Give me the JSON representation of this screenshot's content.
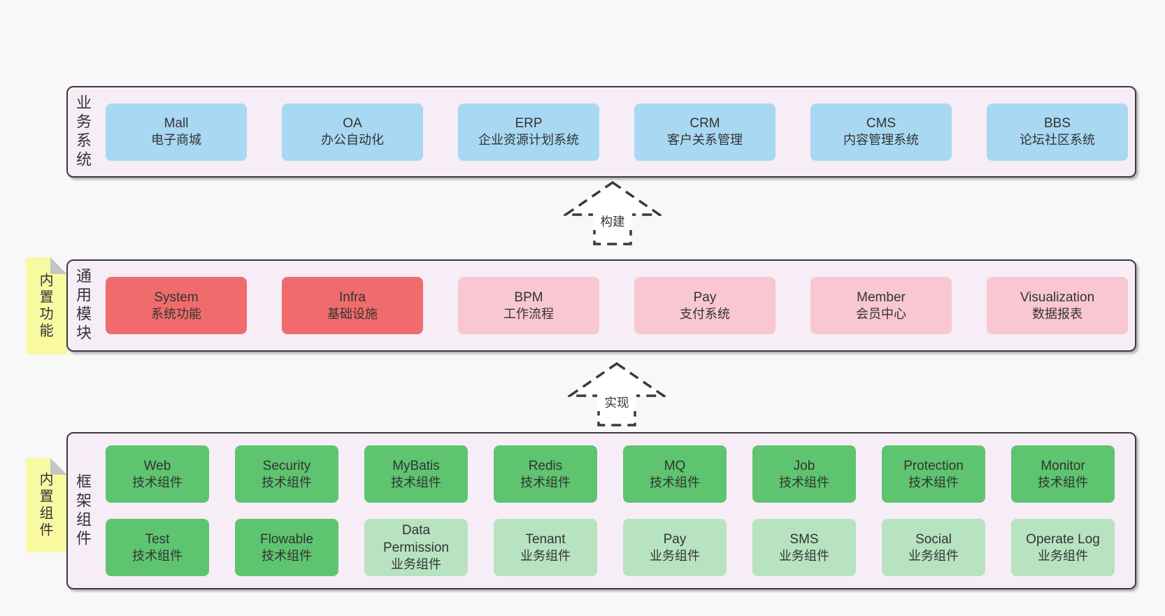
{
  "colors": {
    "page-bg": "#f8f8f8",
    "panel-bg": "#f7edf6",
    "panel-border": "#3b3b3b",
    "blue": "#a8d8f2",
    "red": "#f06c6c",
    "pink": "#f9c7d1",
    "green": "#5ec470",
    "green-light": "#b7e3c0",
    "sticky-yellow": "#f9f9a1",
    "sticky-fold": "#c5c5c5",
    "text": "#333333"
  },
  "layers": [
    {
      "label": "业务系统",
      "boxes": [
        {
          "title": "Mall",
          "subtitle": "电子商城",
          "variant": "blue"
        },
        {
          "title": "OA",
          "subtitle": "办公自动化",
          "variant": "blue"
        },
        {
          "title": "ERP",
          "subtitle": "企业资源计划系统",
          "variant": "blue"
        },
        {
          "title": "CRM",
          "subtitle": "客户关系管理",
          "variant": "blue"
        },
        {
          "title": "CMS",
          "subtitle": "内容管理系统",
          "variant": "blue"
        },
        {
          "title": "BBS",
          "subtitle": "论坛社区系统",
          "variant": "blue"
        }
      ]
    },
    {
      "label": "通用模块",
      "sticky": "内置功能",
      "boxes": [
        {
          "title": "System",
          "subtitle": "系统功能",
          "variant": "red"
        },
        {
          "title": "Infra",
          "subtitle": "基础设施",
          "variant": "red"
        },
        {
          "title": "BPM",
          "subtitle": "工作流程",
          "variant": "pink"
        },
        {
          "title": "Pay",
          "subtitle": "支付系统",
          "variant": "pink"
        },
        {
          "title": "Member",
          "subtitle": "会员中心",
          "variant": "pink"
        },
        {
          "title": "Visualization",
          "subtitle": "数据报表",
          "variant": "pink"
        }
      ]
    },
    {
      "label": "框架组件",
      "sticky": "内置组件",
      "rows": [
        [
          {
            "title": "Web",
            "subtitle": "技术组件",
            "variant": "green"
          },
          {
            "title": "Security",
            "subtitle": "技术组件",
            "variant": "green"
          },
          {
            "title": "MyBatis",
            "subtitle": "技术组件",
            "variant": "green"
          },
          {
            "title": "Redis",
            "subtitle": "技术组件",
            "variant": "green"
          },
          {
            "title": "MQ",
            "subtitle": "技术组件",
            "variant": "green"
          },
          {
            "title": "Job",
            "subtitle": "技术组件",
            "variant": "green"
          },
          {
            "title": "Protection",
            "subtitle": "技术组件",
            "variant": "green"
          },
          {
            "title": "Monitor",
            "subtitle": "技术组件",
            "variant": "green"
          }
        ],
        [
          {
            "title": "Test",
            "subtitle": "技术组件",
            "variant": "green"
          },
          {
            "title": "Flowable",
            "subtitle": "技术组件",
            "variant": "green"
          },
          {
            "title": "Data Permission",
            "subtitle": "业务组件",
            "variant": "green-light"
          },
          {
            "title": "Tenant",
            "subtitle": "业务组件",
            "variant": "green-light"
          },
          {
            "title": "Pay",
            "subtitle": "业务组件",
            "variant": "green-light"
          },
          {
            "title": "SMS",
            "subtitle": "业务组件",
            "variant": "green-light"
          },
          {
            "title": "Social",
            "subtitle": "业务组件",
            "variant": "green-light"
          },
          {
            "title": "Operate Log",
            "subtitle": "业务组件",
            "variant": "green-light"
          }
        ]
      ]
    }
  ],
  "arrows": [
    {
      "label": "构建"
    },
    {
      "label": "实现"
    }
  ]
}
